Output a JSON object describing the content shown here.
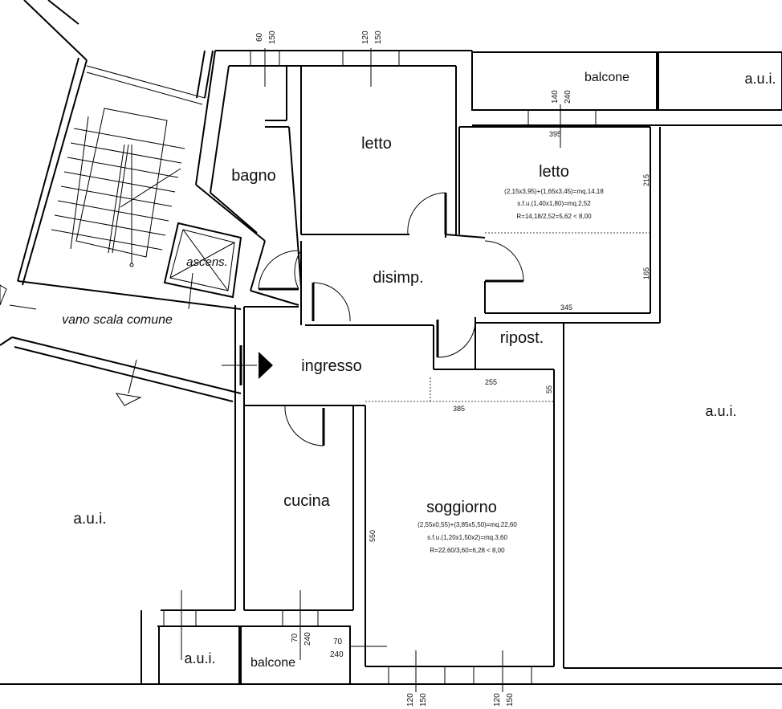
{
  "rooms": {
    "bagno": "bagno",
    "letto_1": "letto",
    "letto_2": "letto",
    "balcone_top": "balcone",
    "aui_top_right": "a.u.i.",
    "ascensore": "ascens.",
    "vano_scala": "vano scala comune",
    "disimpegno": "disimp.",
    "ripostiglio": "ripost.",
    "ingresso": "ingresso",
    "aui_right": "a.u.i.",
    "cucina": "cucina",
    "soggiorno": "soggiorno",
    "aui_left": "a.u.i.",
    "aui_bottom": "a.u.i.",
    "balcone_bottom": "balcone"
  },
  "calcs": {
    "letto_2": [
      "(2,15x3,95)+(1,65x3,45)=mq.14,18",
      "s.f.u.(1,40x1,80)=mq.2,52",
      "R=14,18/2,52=5,62 < 8,00"
    ],
    "soggiorno": [
      "(2,55x0,55)+(3,85x5,50)=mq.22,60",
      "s.f.u.(1,20x1,50x2)=mq.3,60",
      "R=22,60/3,60=6,28 < 8,00"
    ]
  },
  "dims": {
    "win_bagno_a": "60",
    "win_bagno_b": "150",
    "win_letto1_a": "120",
    "win_letto1_b": "150",
    "win_letto2_a": "140",
    "win_letto2_b": "240",
    "letto2_w": "395",
    "letto2_h1": "215",
    "letto2_h2": "165",
    "letto2_w2": "345",
    "sogg_top_w": "255",
    "sogg_top_h": "55",
    "sogg_w": "385",
    "sogg_h": "550",
    "cucina_win_a": "70",
    "cucina_win_b": "240",
    "sogg_door_a": "70",
    "sogg_door_b": "240",
    "win_bot1_a": "120",
    "win_bot1_b": "150",
    "win_bot2_a": "120",
    "win_bot2_b": "150"
  }
}
